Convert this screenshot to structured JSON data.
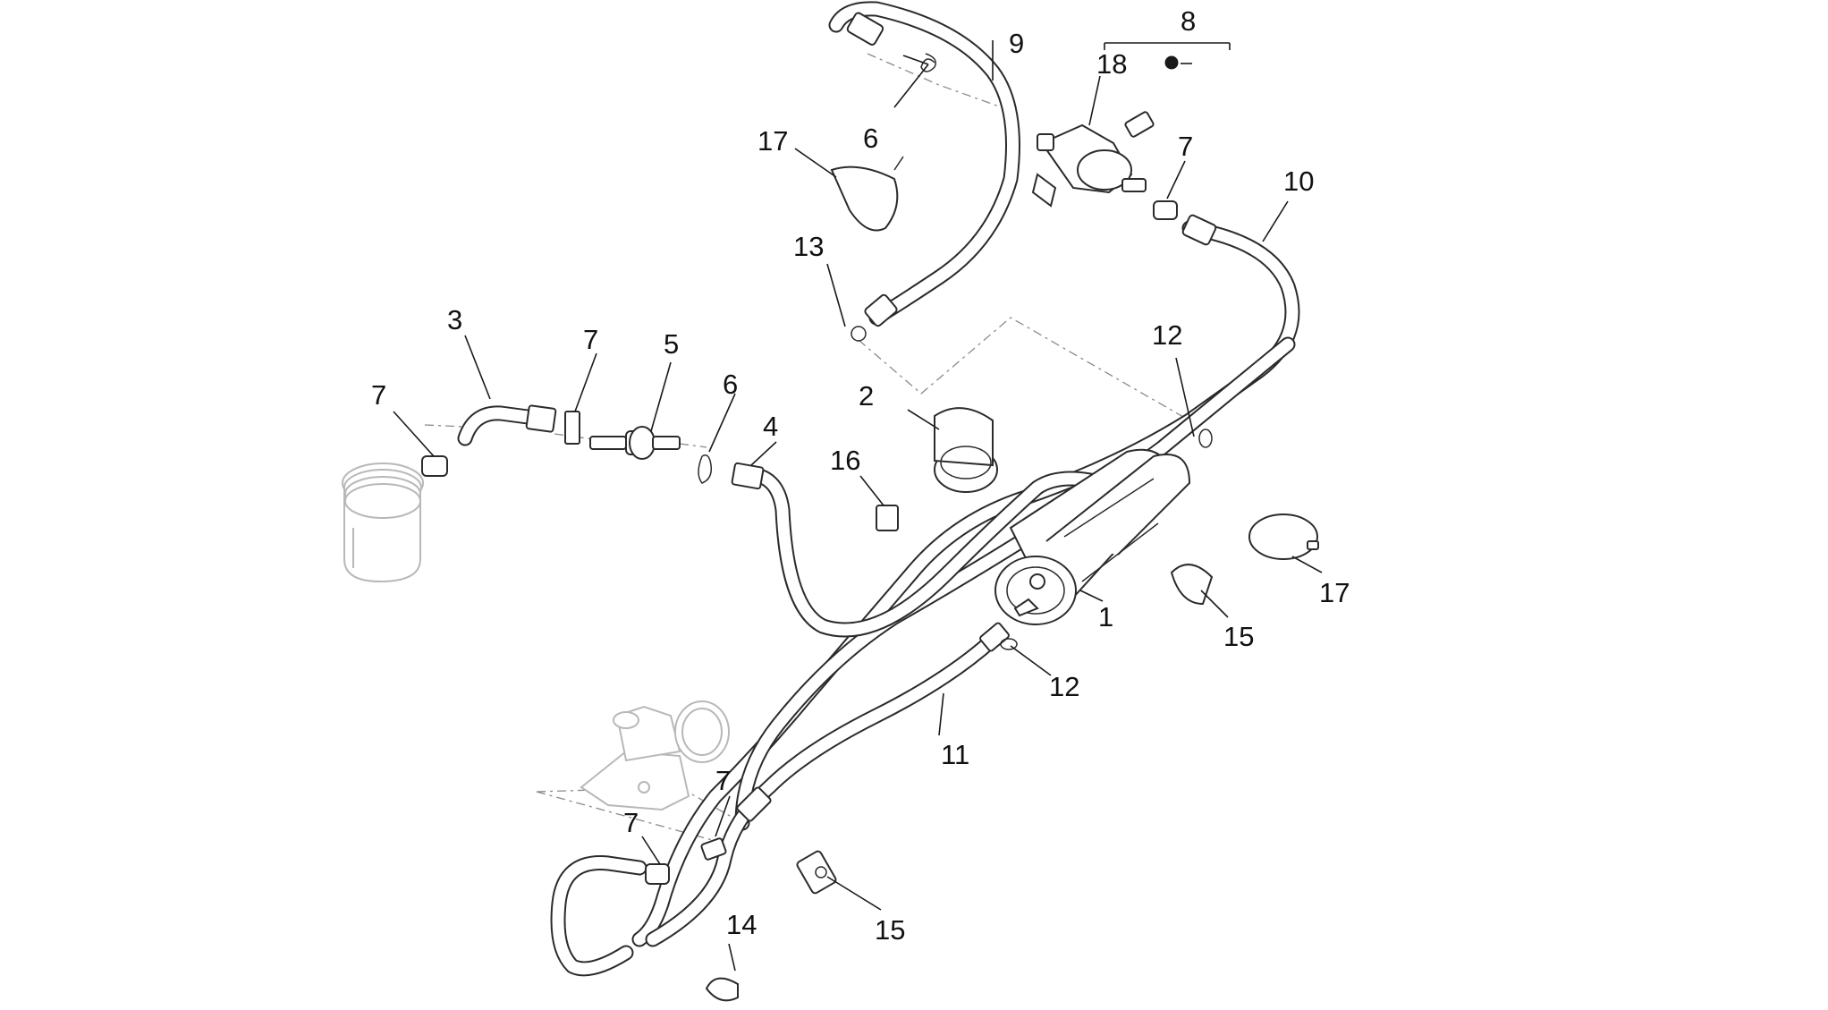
{
  "callouts": {
    "c1": "1",
    "c2": "2",
    "c3": "3",
    "c4": "4",
    "c5": "5",
    "c6a": "6",
    "c6b": "6",
    "c7a": "7",
    "c7b": "7",
    "c7c": "7",
    "c7d": "7",
    "c7e": "7",
    "c8": "8",
    "c9": "9",
    "c10": "10",
    "c11": "11",
    "c12a": "12",
    "c12b": "12",
    "c13": "13",
    "c14": "14",
    "c15a": "15",
    "c15b": "15",
    "c16": "16",
    "c17a": "17",
    "c17b": "17",
    "c18": "18"
  },
  "colors": {
    "line": "#2b2b2b",
    "faint": "#b8b8b8",
    "dashed": "#8a8a8a",
    "background": "#ffffff"
  }
}
